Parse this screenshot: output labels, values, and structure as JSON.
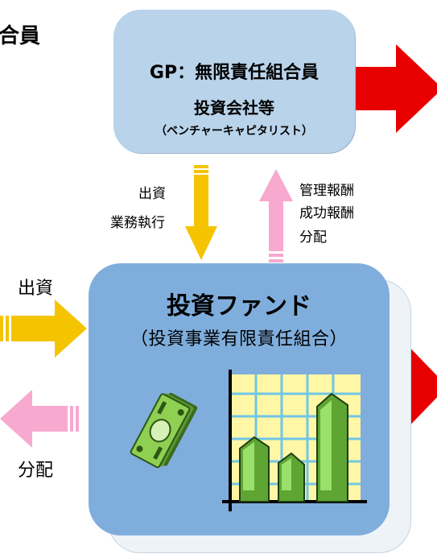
{
  "left_header": "合員",
  "gp_box": {
    "title": "GP：無限責任組合員",
    "line2": "投資会社等",
    "line3": "（ベンチャーキャピタリスト）"
  },
  "down_arrow_labels": [
    "出資",
    "業務執行"
  ],
  "up_arrow_labels": [
    "管理報酬",
    "成功報酬",
    "分配"
  ],
  "fund_box": {
    "title": "投資ファンド",
    "subtitle": "（投資事業有限責任組合）"
  },
  "left_in_label": "出資",
  "left_out_label": "分配",
  "colors": {
    "gp_box": "#b9d3ea",
    "fund_box": "#7faedc",
    "yellow_arrow": "#f5c400",
    "pink_arrow": "#f7a9cf",
    "red_arrow": "#e80000"
  },
  "icons": [
    "money-stack-icon",
    "growth-chart-icon"
  ]
}
